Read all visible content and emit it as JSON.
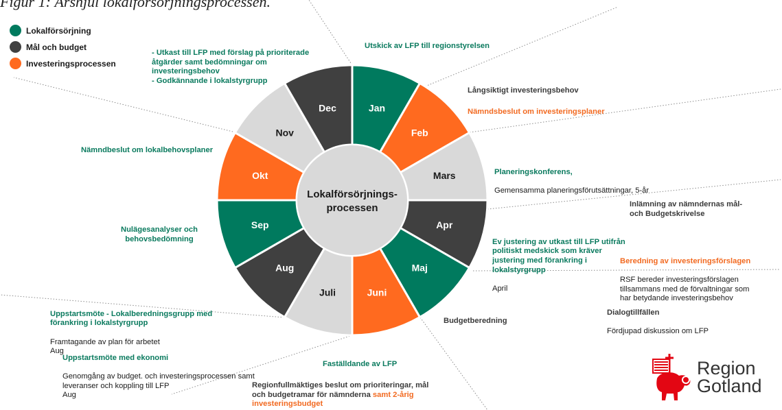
{
  "figure_title": "Figur 1: Årshjul lokalförsörjningsprocessen.",
  "colors": {
    "green": "#007a5e",
    "dark": "#404040",
    "orange": "#ff6a1f",
    "light": "#d9d9d9",
    "logo_red": "#e30613"
  },
  "legend": [
    {
      "label": "Lokalförsörjning",
      "color": "#007a5e"
    },
    {
      "label": "Mål och budget",
      "color": "#404040"
    },
    {
      "label": "Investeringsprocessen",
      "color": "#ff6a1f"
    }
  ],
  "wheel": {
    "center_label": "Lokalförsörjnings-\nprocessen",
    "months": [
      {
        "label": "Jan",
        "category": "green"
      },
      {
        "label": "Feb",
        "category": "orange"
      },
      {
        "label": "Mars",
        "category": "light"
      },
      {
        "label": "Apr",
        "category": "dark"
      },
      {
        "label": "Maj",
        "category": "green"
      },
      {
        "label": "Juni",
        "category": "orange"
      },
      {
        "label": "Juli",
        "category": "light"
      },
      {
        "label": "Aug",
        "category": "dark"
      },
      {
        "label": "Sep",
        "category": "green"
      },
      {
        "label": "Okt",
        "category": "orange"
      },
      {
        "label": "Nov",
        "category": "light"
      },
      {
        "label": "Dec",
        "category": "dark"
      }
    ]
  },
  "notes": {
    "dec_note": "- Utkast till LFP med förslag på prioriterade\nåtgärder samt bedömningar om\ninvesteringsbehov\n- Godkännande i lokalstyrgrupp",
    "jan_note": "Utskick av LFP till regionstyrelsen",
    "feb_note_1": "Långsiktigt investeringsbehov",
    "feb_note_2": "Nämndsbeslut om investeringsplaner",
    "mars_note_title": "Planeringskonferens,",
    "mars_note_text": "Gemensamma planeringsförutsättningar, 5-år",
    "apr_note_1": "Inlämning av nämndernas mål-\noch Budgetskrivelse",
    "apr_note_2": "Ev justering av utkast till LFP utifrån\npolitiskt medskick som kräver\njustering med förankring i\nlokalstyrgrupp",
    "apr_note_2_sub": "April",
    "apr_note_3_title": "Beredning av investeringsförslagen",
    "apr_note_3_text": "RSF bereder investeringsförslagen\ntillsammans med de förvaltningar som\nhar betydande investeringsbehov",
    "maj_note_title": "Dialogtillfällen",
    "maj_note_text": "Fördjupad diskussion om LFP",
    "maj_note_2": "Budgetberedning",
    "juni_note_1": "Faställdande av LFP",
    "juni_note_2": "Regionfullmäktiges beslut om prioriteringar, mål\noch budgetramar för nämnderna ",
    "juni_note_2_orange": "samt 2-årig\ninvesteringsbudget",
    "aug_note_1_title": "Uppstartsmöte - Lokalberedningsgrupp med\nförankring i lokalstyrgrupp",
    "aug_note_1_text": "Framtagande av plan för arbetet\nAug",
    "aug_note_2_title": "Uppstartsmöte med ekonomi",
    "aug_note_2_text": "Genomgång av budget. och investeringsprocessen samt\nleveranser och koppling till LFP\nAug",
    "sep_note": "Nulägesanalyser och\nbehovsbedömning",
    "okt_note": "Nämndbeslut om lokalbehovsplaner"
  },
  "logo": {
    "line1": "Region",
    "line2": "Gotland"
  }
}
